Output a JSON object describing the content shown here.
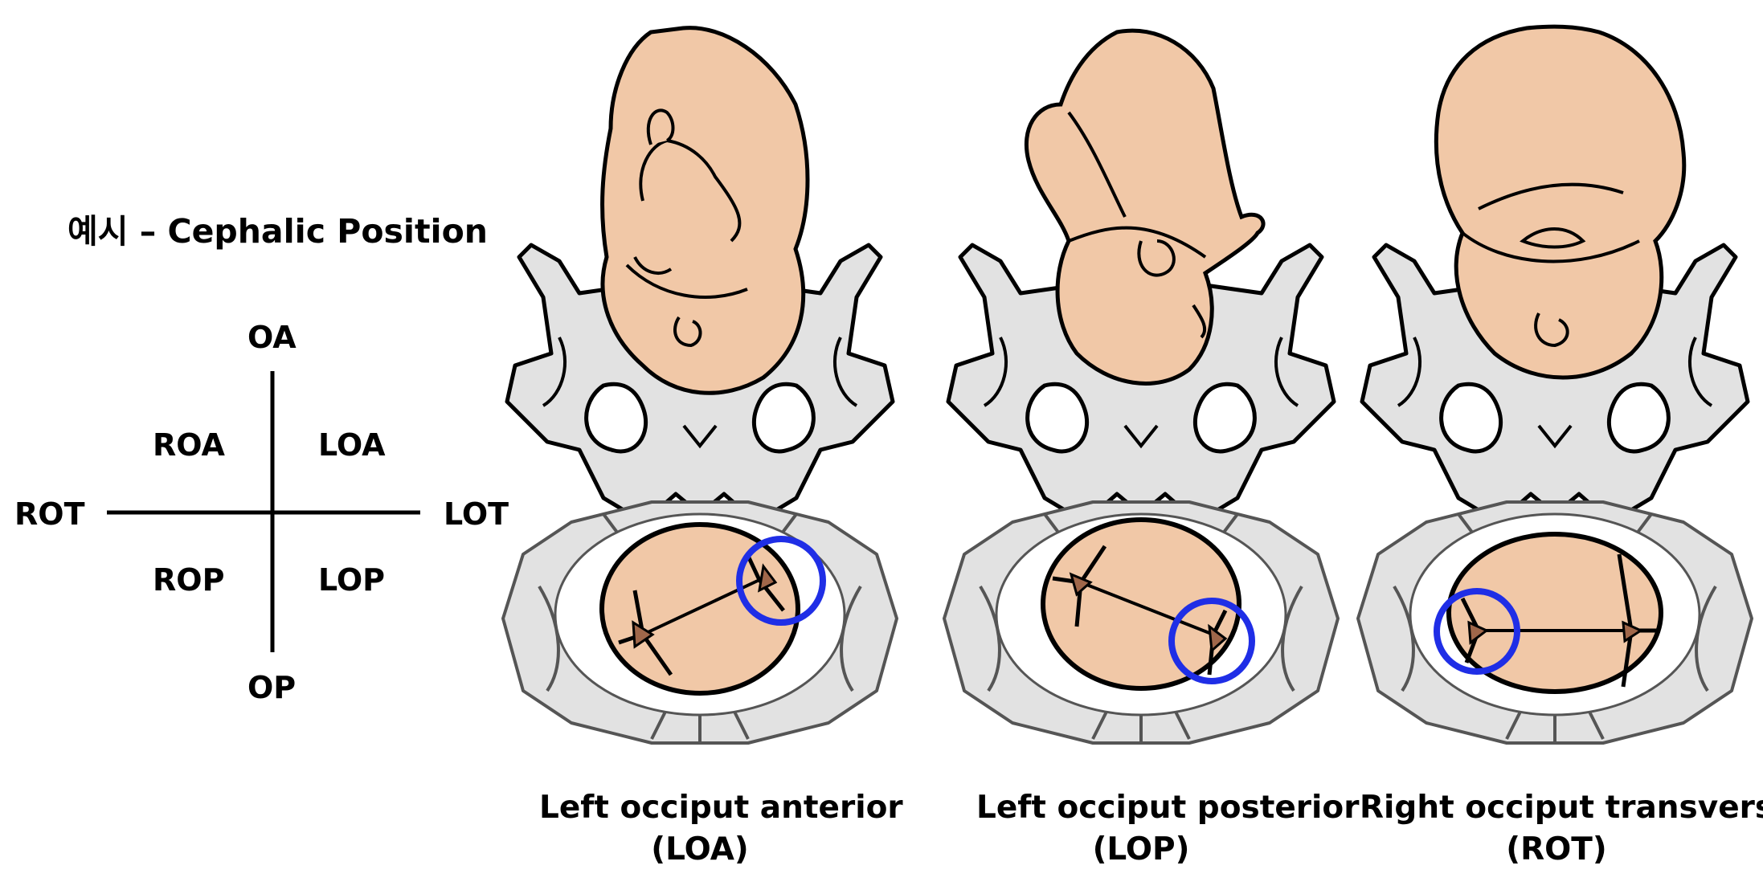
{
  "title": "예시 – Cephalic Position",
  "compass": {
    "top": "OA",
    "bottom": "OP",
    "left": "ROT",
    "right": "LOT",
    "upper_left": "ROA",
    "upper_right": "LOA",
    "lower_left": "ROP",
    "lower_right": "LOP"
  },
  "panels": [
    {
      "caption": "Left occiput anterior",
      "abbr": "(LOA)"
    },
    {
      "caption": "Left occiput posterior",
      "abbr": "(LOP)"
    },
    {
      "caption": "Right occiput transverse",
      "abbr": "(ROT)"
    }
  ],
  "colors": {
    "skin": "#f1c8a7",
    "pelvis": "#e2e2e2",
    "fontanelle": "#a0674a",
    "highlight_circle": "#1f2ee6",
    "outline": "#000000"
  }
}
